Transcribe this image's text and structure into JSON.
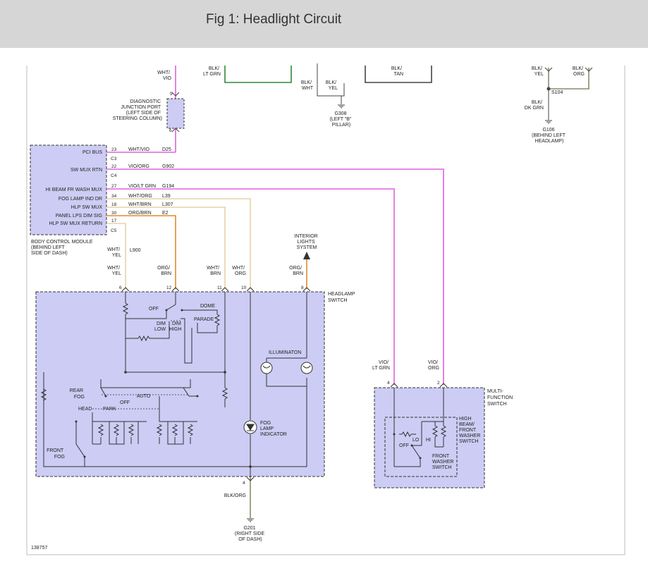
{
  "title": "Fig 1: Headlight Circuit",
  "figure_number": "138757",
  "colors": {
    "violet_wire": "#e060e0",
    "orange_wire": "#e08a2a",
    "tan_wire": "#e8d2a8",
    "green_wire": "#2e8a3a",
    "olive_wire": "#8a8a6a",
    "component_fill": "#ccccf4",
    "line": "#333333"
  },
  "top": {
    "wht_vio": [
      "WHT/",
      "VIO"
    ],
    "blk_ltgrn": [
      "BLK/",
      "LT GRN"
    ],
    "blk_tan": [
      "BLK/",
      "TAN"
    ],
    "blk_wht": [
      "BLK/",
      "WHT"
    ],
    "blk_yel": [
      "BLK/",
      "YEL"
    ],
    "g308": [
      "G308",
      "(LEFT \"B\"",
      "PILLAR)"
    ],
    "r_blk_yel": [
      "BLK/",
      "YEL"
    ],
    "r_blk_org": [
      "BLK/",
      "ORG"
    ],
    "s104": "S104",
    "blk_dkgrn": [
      "BLK/",
      "DK GRN"
    ],
    "g106": [
      "G106",
      "(BEHIND LEFT",
      "HEADLAMP)"
    ]
  },
  "diag_port": {
    "label": [
      "DIAGNOSTIC",
      "JUNCTION PORT",
      "(LEFT SIDE OF",
      "STEERING COLUMN)"
    ],
    "pin_top": "9",
    "pin_bottom": "6"
  },
  "bcm": {
    "signals": [
      "PCI BUS",
      "SW MUX RTN",
      "HI BEAM FR WASH MUX",
      "FOG LAMP IND DR",
      "HLP SW MUX",
      "PANEL LPS DIM SIG",
      "HLP SW MUX RETURN"
    ],
    "pins": [
      "23",
      "22",
      "27",
      "34",
      "18",
      "30",
      "17"
    ],
    "connectors": [
      "C3",
      "C4",
      "C5"
    ],
    "wires": [
      "WHT/VIO",
      "VIO/ORG",
      "VIO/LT GRN",
      "WHT/ORG",
      "WHT/BRN",
      "ORG/BRN"
    ],
    "circuits": [
      "D25",
      "G902",
      "G194",
      "L39",
      "L307",
      "E2"
    ],
    "label": [
      "BODY CONTROL MODULE",
      "(BEHIND LEFT",
      "SIDE OF DASH)"
    ]
  },
  "mid": {
    "wht_yel_1": [
      "WHT/",
      "YEL"
    ],
    "l900": "L900",
    "wht_yel_2": [
      "WHT/",
      "YEL"
    ],
    "org_brn": [
      "ORG/",
      "BRN"
    ],
    "wht_brn": [
      "WHT/",
      "BRN"
    ],
    "wht_org": [
      "WHT/",
      "ORG"
    ],
    "interior": [
      "INTERIOR",
      "LIGHTS",
      "SYSTEM"
    ],
    "org_brn_2": [
      "ORG/",
      "BRN"
    ]
  },
  "headlamp": {
    "label": [
      "HEADLAMP",
      "SWITCH"
    ],
    "pins": [
      "6",
      "12",
      "11",
      "10",
      "8",
      "4"
    ],
    "off": "OFF",
    "dim_low": [
      "DIM",
      "LOW"
    ],
    "dim_high": [
      "DIM",
      "HIGH"
    ],
    "dome": "DOME",
    "parade": "PARADE",
    "illuminaton": "ILLUMINATON",
    "rear_fog": [
      "REAR",
      "FOG"
    ],
    "head": "HEAD",
    "park": "PARK",
    "auto": "AUTO",
    "off2": "OFF",
    "fog_lamp": [
      "FOG",
      "LAMP",
      "INDICATOR"
    ],
    "front_fog": [
      "FRONT",
      "FOG"
    ]
  },
  "ground": {
    "wire": "BLK/ORG",
    "label": [
      "G201",
      "(RIGHT SIDE",
      "OF DASH)"
    ]
  },
  "mfs": {
    "vio_ltgrn": [
      "VIO/",
      "LT GRN"
    ],
    "vio_org": [
      "VIO/",
      "ORG"
    ],
    "pins": [
      "4",
      "2"
    ],
    "label": [
      "MULTI-",
      "FUNCTION",
      "SWITCH"
    ],
    "inner_label": [
      "HIGH",
      "BEAM/",
      "FRONT",
      "WASHER",
      "SWITCH"
    ],
    "lo": "LO",
    "hi": "HI",
    "off": "OFF",
    "front_washer": [
      "FRONT",
      "WASHER",
      "SWITCH"
    ]
  }
}
